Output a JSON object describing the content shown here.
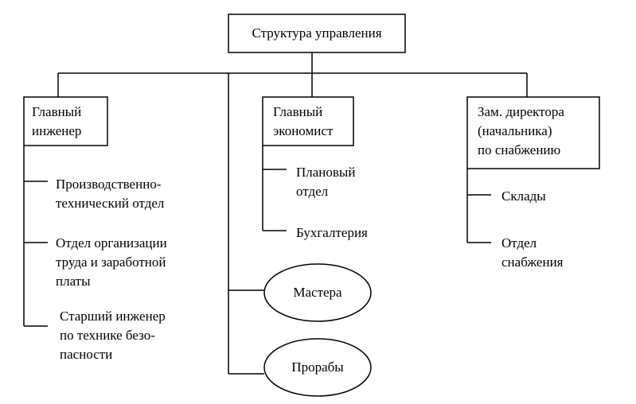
{
  "root": {
    "label": "Структура управления"
  },
  "branches": [
    {
      "title_lines": [
        "Главный",
        "инженер"
      ],
      "children": [
        {
          "lines": [
            "Производственно-",
            "технический отдел"
          ]
        },
        {
          "lines": [
            "Отдел организации",
            "труда и заработной",
            "платы"
          ]
        },
        {
          "lines": [
            "Старший инженер",
            "по технике безо-",
            "пасности"
          ]
        }
      ]
    },
    {
      "title_lines": [
        "Главный",
        "экономист"
      ],
      "children": [
        {
          "lines": [
            "Плановый",
            "отдел"
          ]
        },
        {
          "lines": [
            "Бухгалтерия"
          ]
        }
      ]
    },
    {
      "title_lines": [
        "Зам. директора",
        "(начальника)",
        "по снабжению"
      ],
      "children": [
        {
          "lines": [
            "Склады"
          ]
        },
        {
          "lines": [
            "Отдел",
            "снабжения"
          ]
        }
      ]
    }
  ],
  "ellipses": [
    {
      "label": "Мастера"
    },
    {
      "label": "Прорабы"
    }
  ]
}
